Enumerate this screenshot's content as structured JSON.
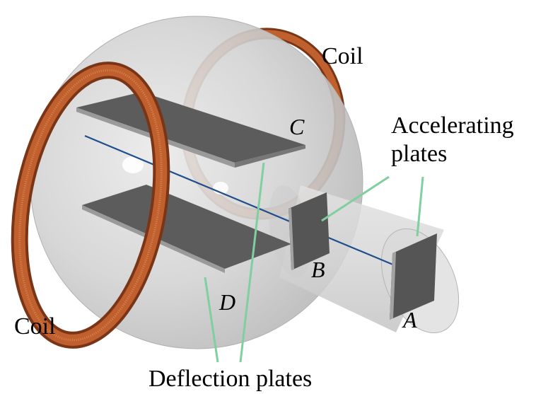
{
  "diagram": {
    "labels": {
      "coil_top": "Coil",
      "coil_bottom": "Coil",
      "accelerating_line1": "Accelerating",
      "accelerating_line2": "plates",
      "deflection": "Deflection plates",
      "plate_a": "A",
      "plate_b": "B",
      "plate_c": "C",
      "plate_d": "D"
    },
    "colors": {
      "bulb_fill": "#cfcfcf",
      "coil": "#b5562b",
      "coil_dark": "#7a3516",
      "plate": "#5c5c5c",
      "plate_edge": "#9a9a9a",
      "beam": "#1f4e8c",
      "leader": "#7fcf9f"
    }
  }
}
